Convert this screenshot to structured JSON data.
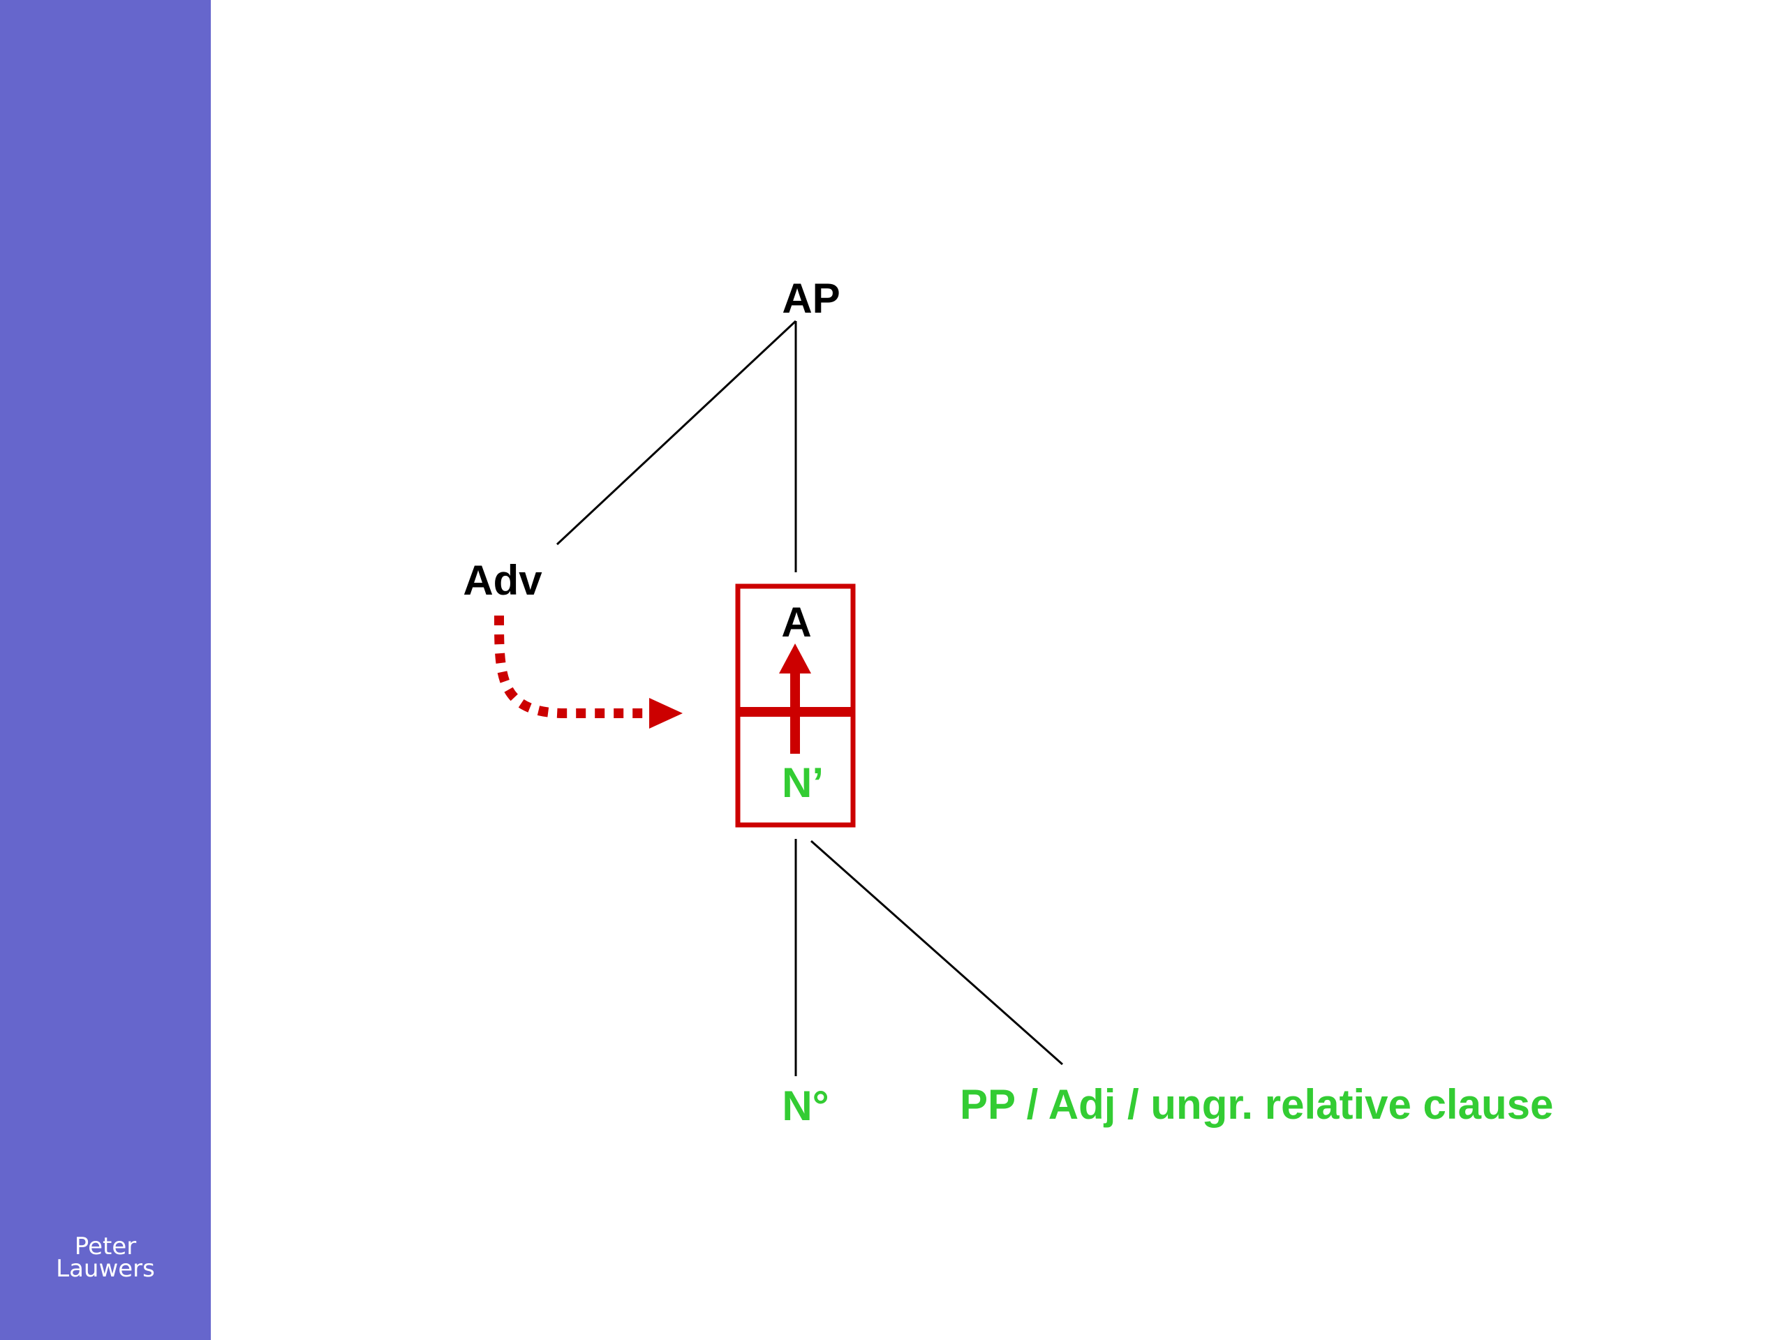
{
  "author": {
    "line1": "Peter",
    "line2": "Lauwers"
  },
  "tree": {
    "root": "AP",
    "adv": "Adv",
    "head_top": "A",
    "head_bottom": "N’",
    "leaf_left": "N°",
    "leaf_right": "PP / Adj / ungr. relative clause"
  },
  "colors": {
    "sidebar": "#6666cc",
    "highlight_red": "#cc0000",
    "green": "#33cc33",
    "black": "#000000"
  }
}
